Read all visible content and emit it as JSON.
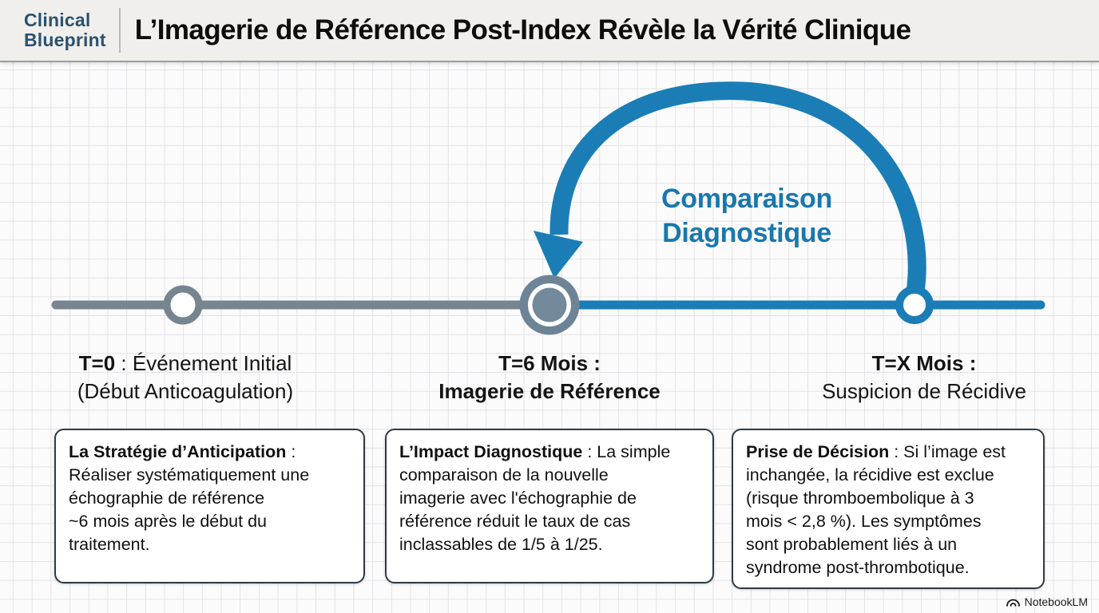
{
  "header": {
    "logo_line1": "Clinical",
    "logo_line2": "Blueprint",
    "title": "L’Imagerie de Référence Post-Index Révèle la Vérité Clinique"
  },
  "colors": {
    "accent_blue": "#1b7db6",
    "arc_text_blue": "#1878ad",
    "timeline_gray": "#76858f",
    "logo_blue": "#2b5170",
    "box_border": "#2e3b46"
  },
  "arc": {
    "label": "Comparaison\nDiagnostique"
  },
  "timeline": {
    "milestones": [
      {
        "time_bold": "T=0",
        "time_rest": " : Événement Initial",
        "line2": "(Début Anticoagulation)"
      },
      {
        "time_bold": "T=6 Mois :",
        "time_rest": "",
        "line2": "Imagerie de Référence"
      },
      {
        "time_bold": "T=X Mois :",
        "time_rest": "",
        "line2": "Suspicion de Récidive"
      }
    ]
  },
  "boxes": [
    {
      "title": "La Stratégie d’Anticipation",
      "body": " : Réaliser systématiquement une\néchographie de référence\n~6 mois après le début du\ntraitement."
    },
    {
      "title": "L’Impact Diagnostique",
      "body": " : La simple\ncomparaison de la nouvelle\nimagerie avec l'échographie de\nréférence réduit le taux de cas\ninclassables de 1/5 à 1/25."
    },
    {
      "title": "Prise de Décision",
      "body": " : Si l’image est\ninchangée, la récidive est exclue\n(risque thromboembolique à 3\nmois < 2,8 %). Les symptômes\nsont probablement liés à un\nsyndrome post-thrombotique."
    }
  ],
  "footer": {
    "brand": "NotebookLM"
  }
}
